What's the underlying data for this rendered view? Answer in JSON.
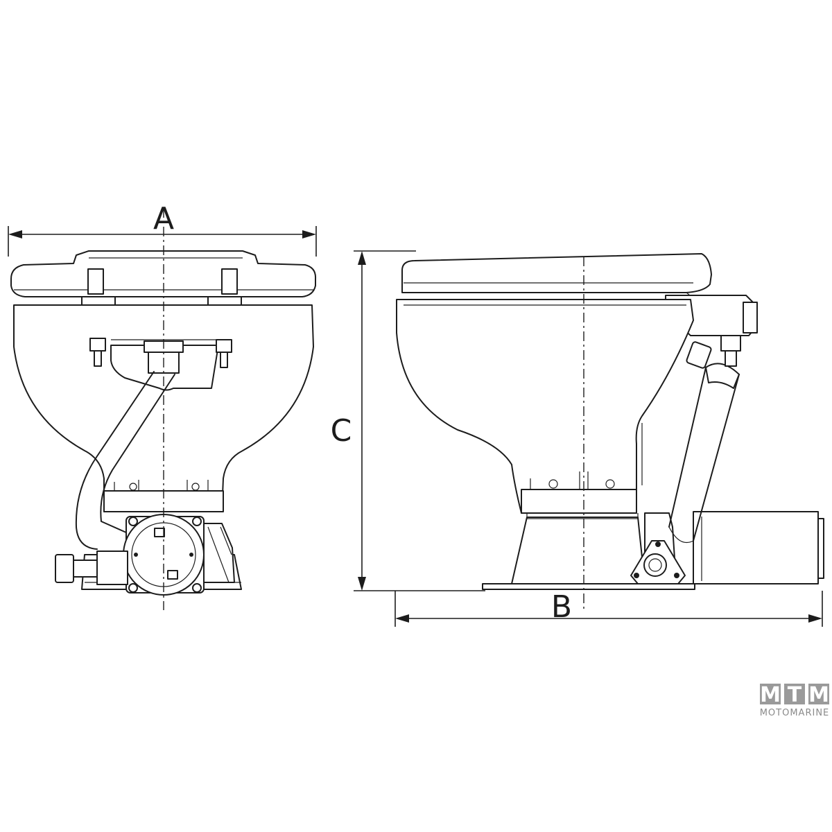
{
  "dimensions": {
    "width_label": "A",
    "depth_label": "B",
    "height_label": "C"
  },
  "brand": {
    "letters": [
      "M",
      "T",
      "M"
    ],
    "name": "MOTOMARINE",
    "color": "#9a9a9a"
  }
}
